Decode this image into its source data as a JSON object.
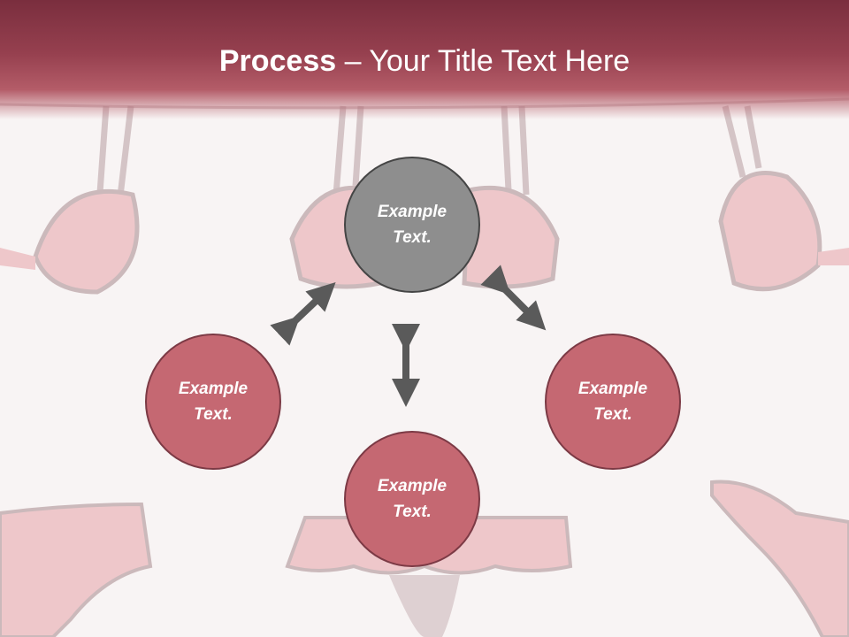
{
  "header": {
    "title_bold": "Process",
    "title_rest": " – Your Title Text Here"
  },
  "nodes": [
    {
      "line1": "Example",
      "line2": "Text."
    },
    {
      "line1": "Example",
      "line2": "Text."
    },
    {
      "line1": "Example",
      "line2": "Text."
    },
    {
      "line1": "Example",
      "line2": "Text."
    }
  ],
  "colors": {
    "header": "#96404f",
    "node_pink": "#c56872",
    "node_gray": "#8e8e8e",
    "arrow": "#5a5a5a"
  }
}
